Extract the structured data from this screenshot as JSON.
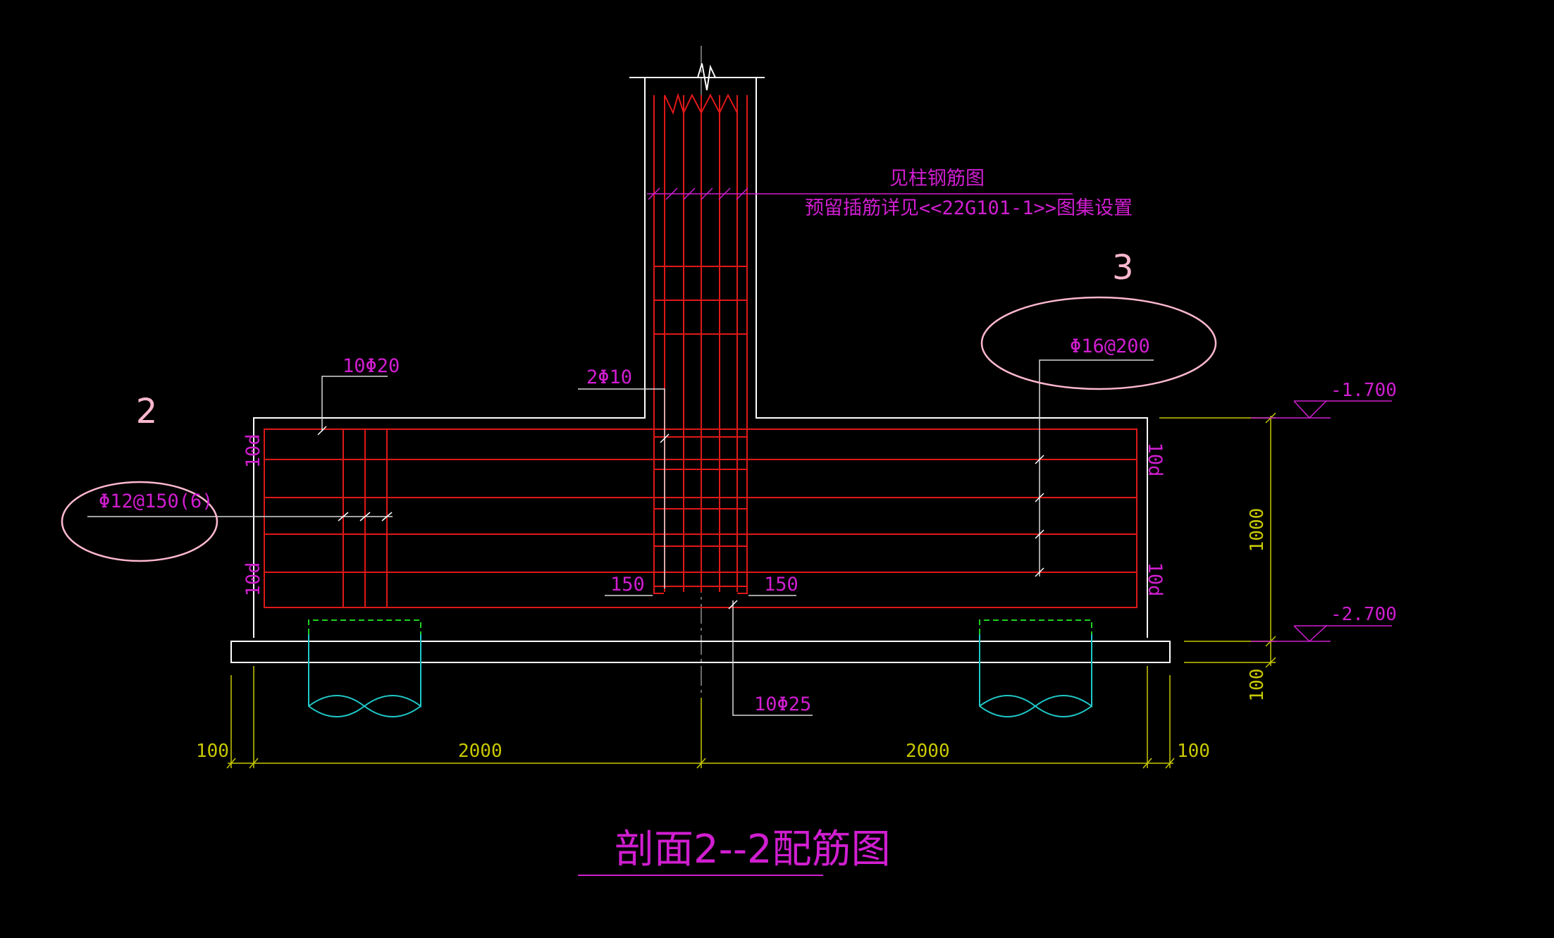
{
  "title": "剖面2--2配筋图",
  "callouts": {
    "left_number": "2",
    "right_number": "3",
    "left_rebar": "Φ12@150(6)",
    "right_rebar": "Φ16@200"
  },
  "labels": {
    "top_left_bars": "10Φ20",
    "col_side_bars": "2Φ10",
    "bottom_bars": "10Φ25",
    "col_note_1": "见柱钢筋图",
    "col_note_2": "预留插筋详见<<22G101-1>>图集设置",
    "clear_left": "150",
    "clear_right": "150",
    "anchor_tl": "10d",
    "anchor_bl": "10d",
    "anchor_tr": "10d",
    "anchor_br": "10d"
  },
  "dimensions": {
    "left_margin": "100",
    "left_span": "2000",
    "right_span": "2000",
    "right_margin": "100",
    "depth": "1000",
    "pad": "100"
  },
  "levels": {
    "top": "-1.700",
    "bottom": "-2.700"
  },
  "colors": {
    "background": "#000000",
    "concrete_outline": "#ffffff",
    "rebar": "#e01818",
    "annotation": "#d01ed0",
    "dimension": "#c8c800",
    "pile": "#20c8c8",
    "pile_cap": "#20d020",
    "callout_ring": "#ffb8d0"
  }
}
